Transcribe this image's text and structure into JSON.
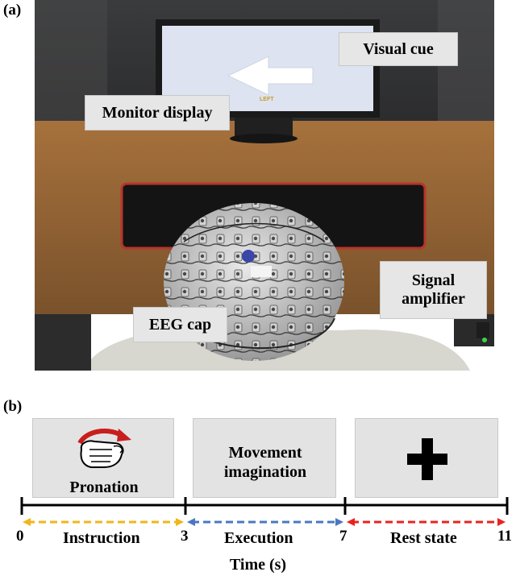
{
  "panel_a": {
    "label": "(a)",
    "callouts": {
      "visual_cue": "Visual cue",
      "monitor_display": "Monitor display",
      "signal_amplifier_line1": "Signal",
      "signal_amplifier_line2": "amplifier",
      "eeg_cap": "EEG cap"
    },
    "screen_text": "LEFT"
  },
  "panel_b": {
    "label": "(b)",
    "boxes": {
      "instruction_text": "Pronation",
      "execution_line1": "Movement",
      "execution_line2": "imagination"
    },
    "ticks": [
      "0",
      "3",
      "7",
      "11"
    ],
    "phases": {
      "instruction": "Instruction",
      "execution": "Execution",
      "rest": "Rest state"
    },
    "axis_label": "Time (s)",
    "colors": {
      "instruction": "#f2b51b",
      "execution": "#4a78c0",
      "rest": "#e8231f"
    }
  }
}
